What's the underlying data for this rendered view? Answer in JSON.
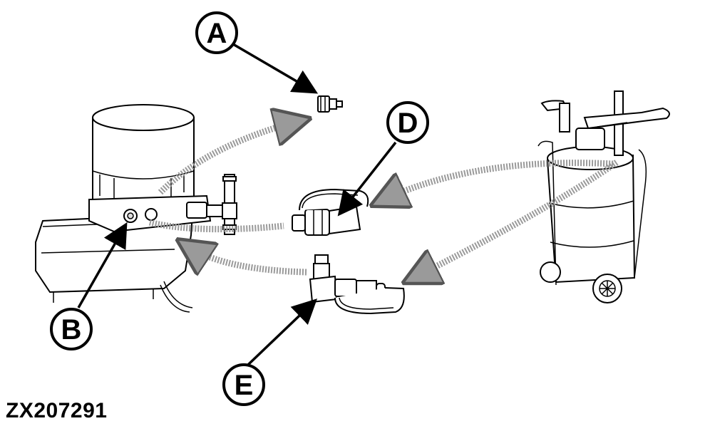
{
  "figure_id": "ZX207291",
  "callouts": [
    {
      "id": "A",
      "label": "A"
    },
    {
      "id": "B",
      "label": "B"
    },
    {
      "id": "C",
      "label": "D"
    },
    {
      "id": "D",
      "label": "E"
    }
  ],
  "colors": {
    "line": "#000000",
    "flow_arrow": "#9a9a9a",
    "background": "#ffffff"
  }
}
